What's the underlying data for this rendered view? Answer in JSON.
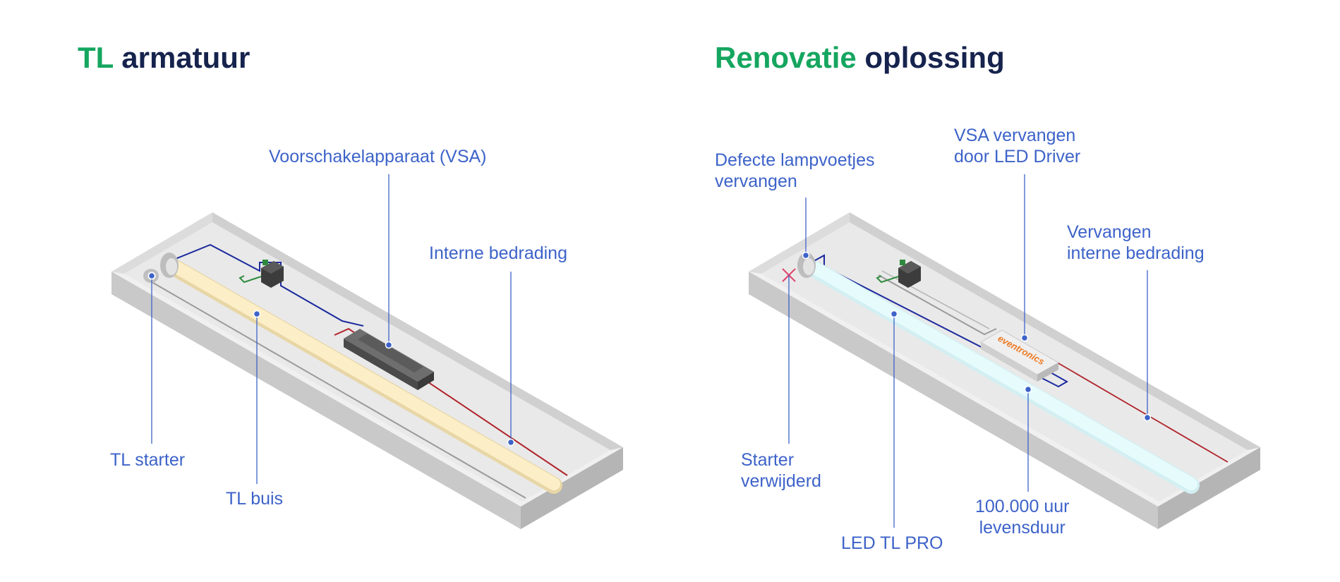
{
  "left": {
    "title_accent": "TL",
    "title_rest": "armatuur",
    "labels": {
      "vsa": "Voorschakelapparaat (VSA)",
      "bedrading": "Interne bedrading",
      "starter": "TL starter",
      "buis": "TL buis"
    }
  },
  "right": {
    "title_accent": "Renovatie",
    "title_rest": "oplossing",
    "labels": {
      "lampvoetjes_1": "Defecte lampvoetjes",
      "lampvoetjes_2": "vervangen",
      "driver_1": "VSA vervangen",
      "driver_2": "door LED Driver",
      "bedrading_1": "Vervangen",
      "bedrading_2": "interne bedrading",
      "starter_1": "Starter",
      "starter_2": "verwijderd",
      "levensduur_1": "100.000 uur",
      "levensduur_2": "levensduur",
      "led": "LED TL PRO"
    },
    "driver_brand": "eventronics"
  },
  "colors": {
    "accent_green": "#15a65f",
    "title_navy": "#16234d",
    "label_blue": "#3d63c9",
    "wire_blue": "#1b2a9e",
    "wire_red": "#b0222a",
    "tube_warm": "#fcefc8",
    "tube_led": "#e6fbfc",
    "driver_orange": "#ef7a22"
  }
}
